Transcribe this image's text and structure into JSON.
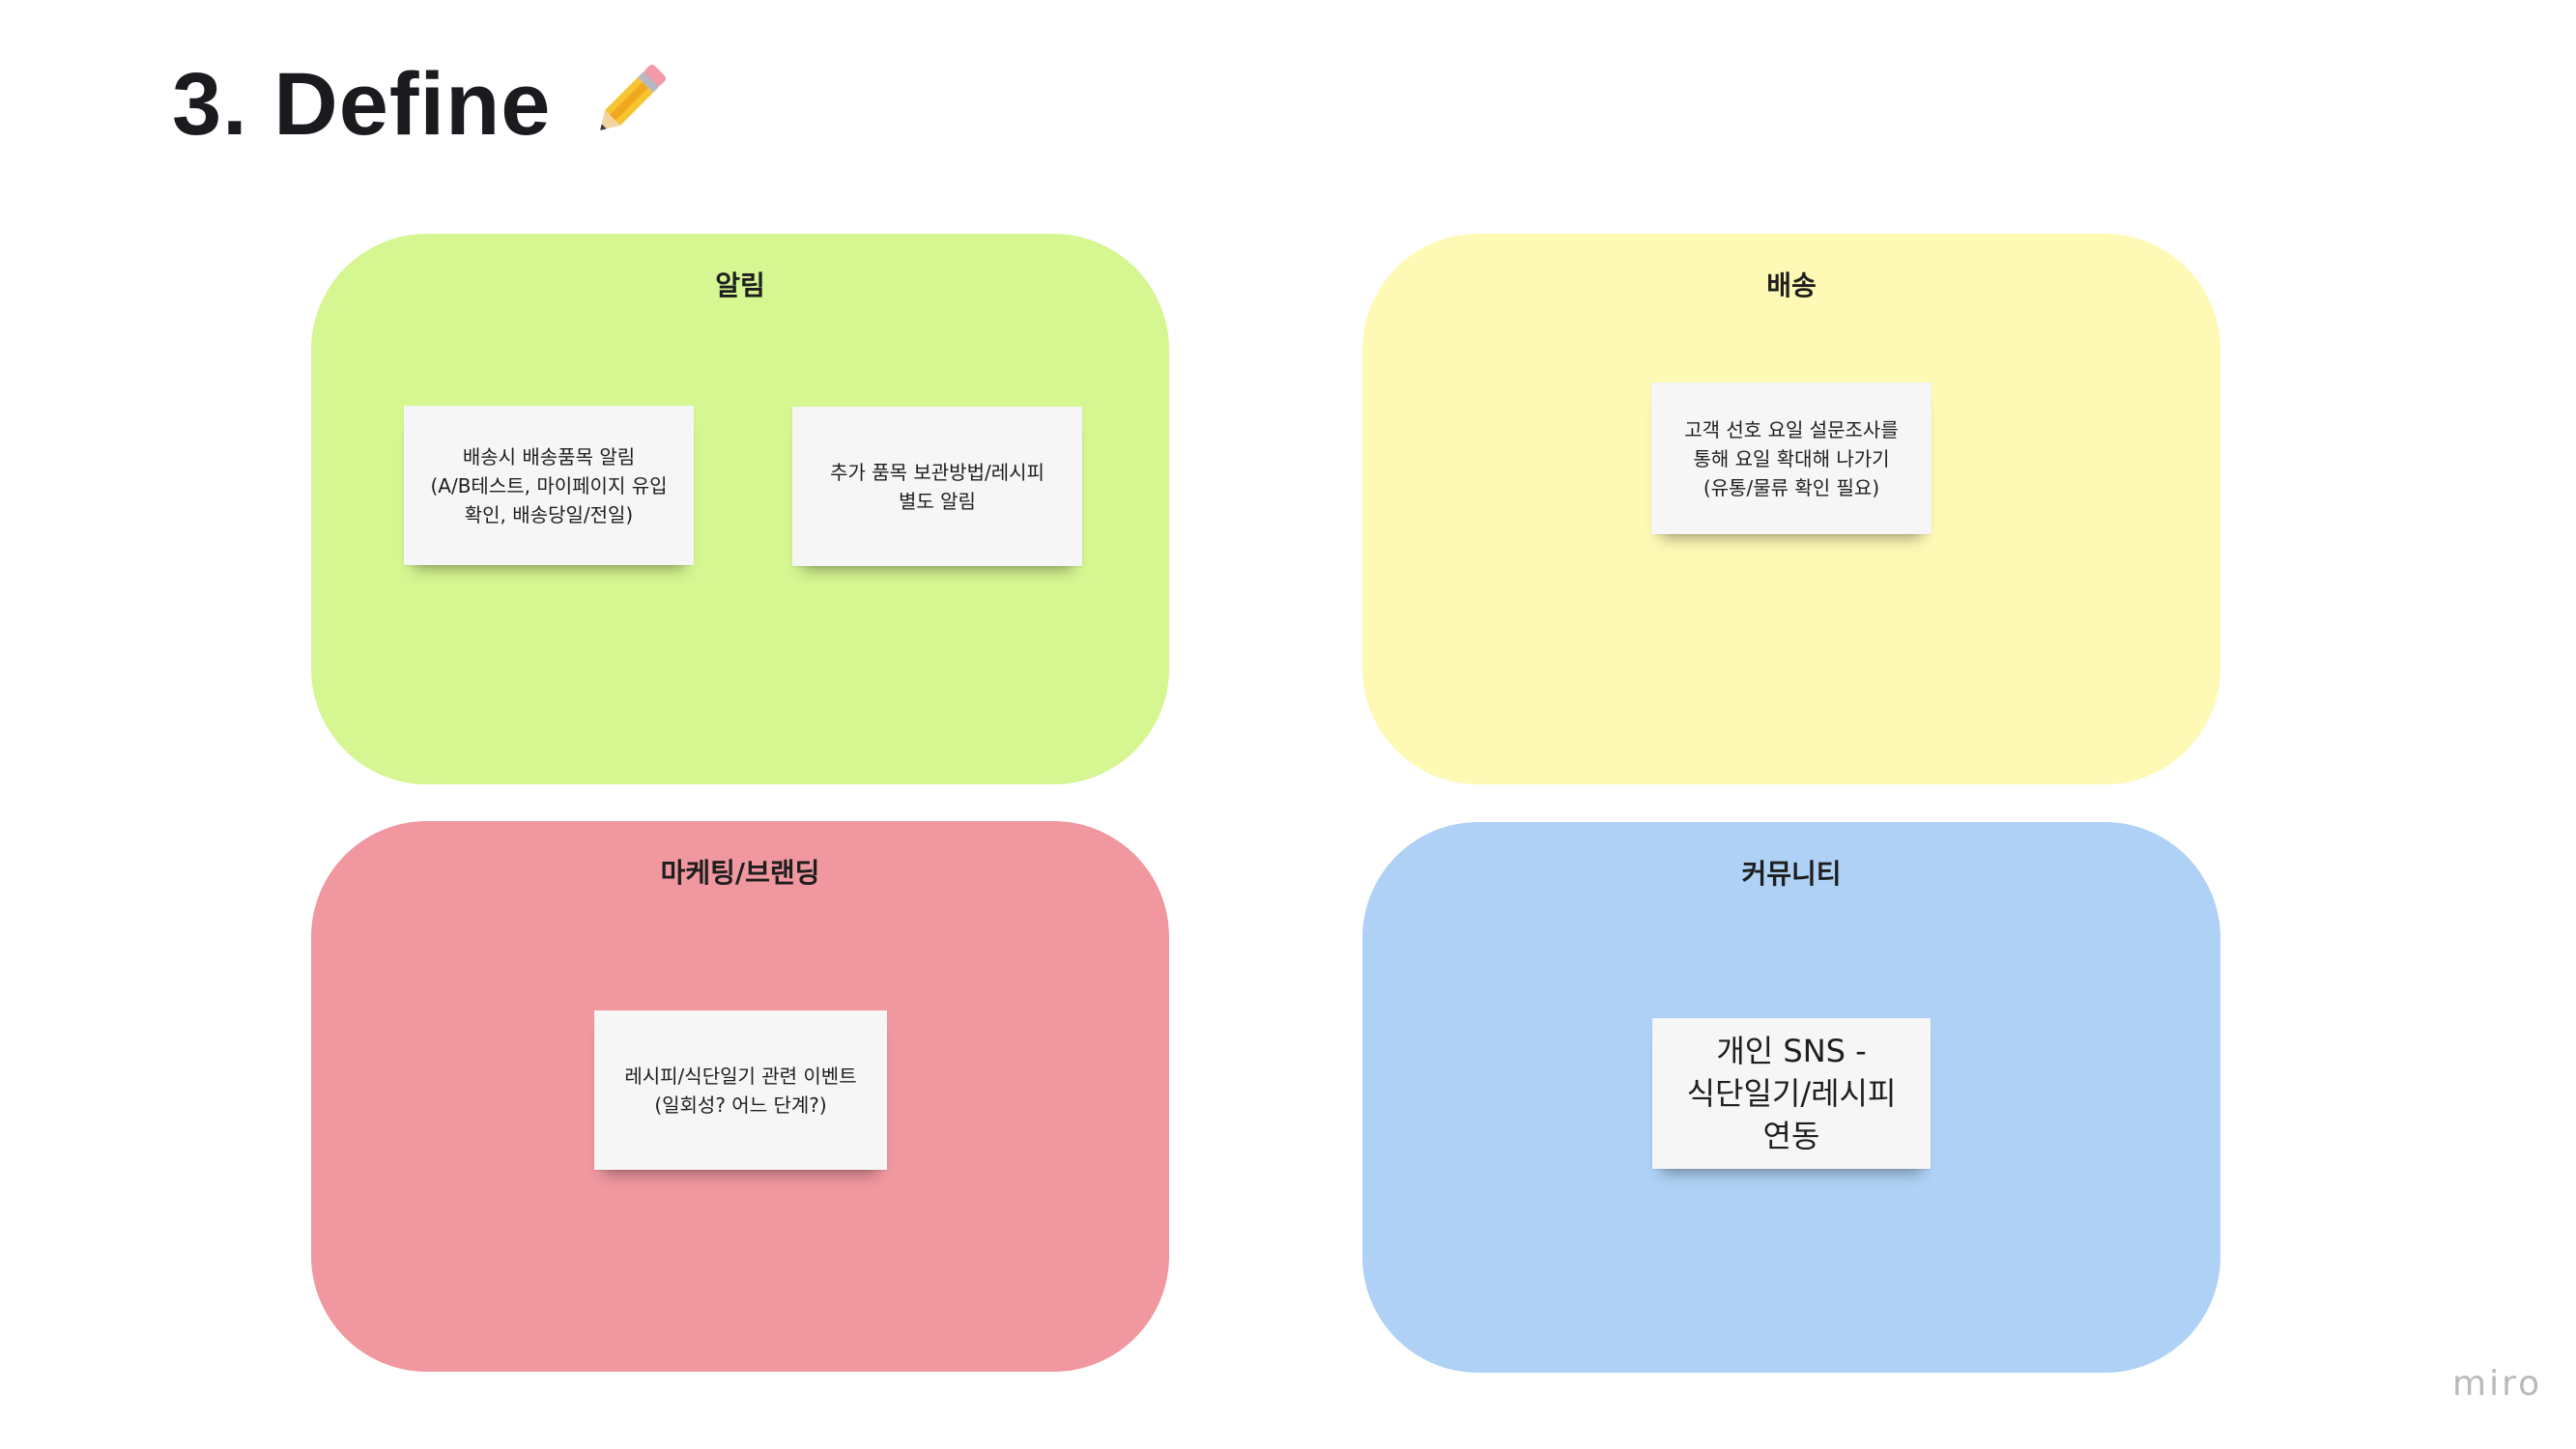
{
  "header": {
    "title": "3. Define",
    "title_icon": "pencil-icon"
  },
  "colors": {
    "green": "#d6f692",
    "yellow": "#fef9b5",
    "red": "#f0979f",
    "blue": "#aed1f5",
    "note": "#f6f6f7"
  },
  "boards": [
    {
      "title": "알림",
      "notes": [
        "배송시 배송품목 알림\n(A/B테스트, 마이페이지 유입\n확인, 배송당일/전일)",
        "추가 품목 보관방법/레시피\n별도 알림"
      ]
    },
    {
      "title": "배송",
      "notes": [
        "고객 선호 요일 설문조사를\n통해 요일 확대해 나가기\n(유통/물류 확인 필요)"
      ]
    },
    {
      "title": "마케팅/브랜딩",
      "notes": [
        "레시피/식단일기 관련 이벤트\n(일회성? 어느 단계?)"
      ]
    },
    {
      "title": "커뮤니티",
      "notes": [
        "개인 SNS -\n식단일기/레시피\n연동"
      ]
    }
  ],
  "footer": {
    "logo": "miro"
  }
}
